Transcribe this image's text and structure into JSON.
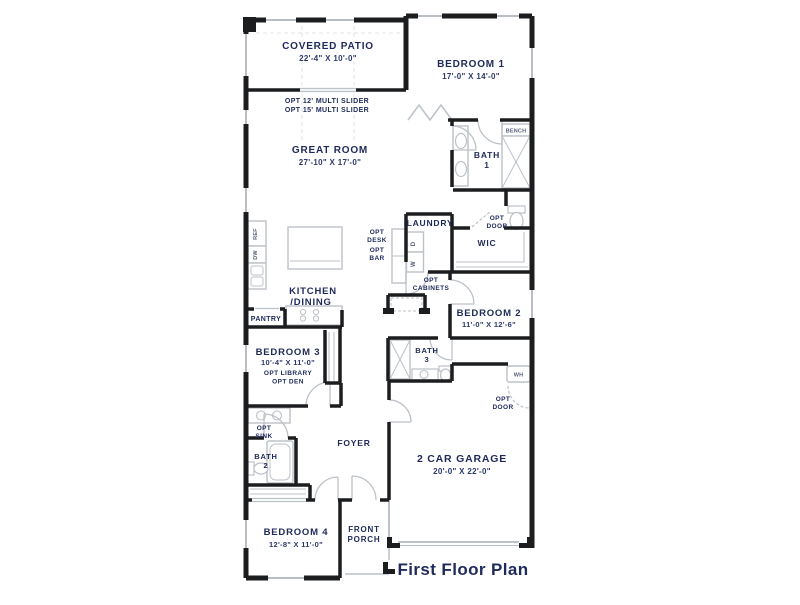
{
  "title": "First Floor Plan",
  "colors": {
    "wall": "#1c1d1f",
    "label": "#1e2a5a",
    "detail": "#bcc2c9"
  },
  "rooms": {
    "covered_patio": {
      "name": "COVERED PATIO",
      "dims": "22'-4\" X 10'-0\""
    },
    "bedroom1": {
      "name": "BEDROOM 1",
      "dims": "17'-0\" X 14'-0\""
    },
    "great_room": {
      "name": "GREAT ROOM",
      "dims": "27'-10\" X 17'-0\""
    },
    "bath1": {
      "line1": "BATH",
      "line2": "1"
    },
    "laundry": {
      "name": "LAUNDRY"
    },
    "wic": {
      "name": "WIC"
    },
    "kitchen_dining": {
      "line1": "KITCHEN",
      "line2": "/DINING"
    },
    "pantry": {
      "name": "PANTRY"
    },
    "bedroom2": {
      "name": "BEDROOM 2",
      "dims": "11'-0\" X 12'-6\""
    },
    "bedroom3": {
      "name": "BEDROOM 3",
      "dims": "10'-4\" X 11'-0\"",
      "opt1": "OPT LIBRARY",
      "opt2": "OPT DEN"
    },
    "bath3": {
      "line1": "BATH",
      "line2": "3"
    },
    "bath2": {
      "line1": "BATH",
      "line2": "2"
    },
    "foyer": {
      "name": "FOYER"
    },
    "garage": {
      "name": "2 CAR GARAGE",
      "dims": "20'-0\" X 22'-0\""
    },
    "bedroom4": {
      "name": "BEDROOM 4",
      "dims": "12'-8\" X 11'-0\""
    },
    "front_porch": {
      "line1": "FRONT",
      "line2": "PORCH"
    }
  },
  "annotations": {
    "multi_slider_1": "OPT 12' MULTI SLIDER",
    "multi_slider_2": "OPT 15' MULTI SLIDER",
    "opt_desk": {
      "line1": "OPT",
      "line2": "DESK"
    },
    "opt_bar": {
      "line1": "OPT",
      "line2": "BAR"
    },
    "opt_cabinets": {
      "line1": "OPT",
      "line2": "CABINETS"
    },
    "opt_door_wic": {
      "line1": "OPT",
      "line2": "DOOR"
    },
    "opt_door_garage": {
      "line1": "OPT",
      "line2": "DOOR"
    },
    "opt_sink": {
      "line1": "OPT",
      "line2": "SINK"
    },
    "bench": "BENCH",
    "water_heater": "WH",
    "refrigerator": "REF",
    "dishwasher": "DW",
    "dryer": "D",
    "washer": "W"
  }
}
